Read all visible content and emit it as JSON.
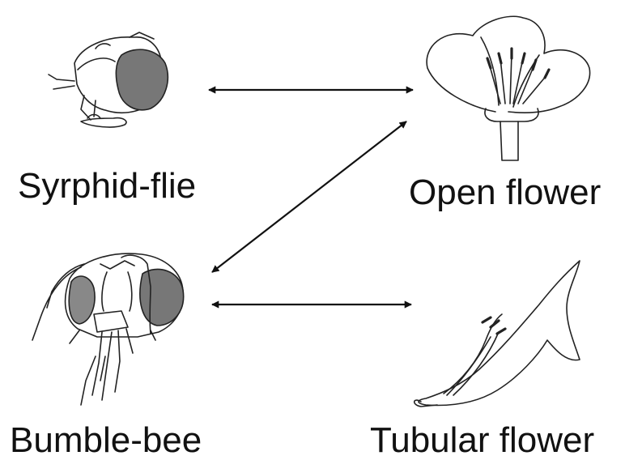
{
  "nodes": {
    "syrphid_fly": {
      "label": "Syrphid-flie"
    },
    "open_flower": {
      "label": "Open flower"
    },
    "bumble_bee": {
      "label": "Bumble-bee"
    },
    "tubular_flower": {
      "label": "Tubular flower"
    }
  },
  "links": [
    {
      "from": "syrphid_fly",
      "to": "open_flower",
      "direction": "both"
    },
    {
      "from": "bumble_bee",
      "to": "open_flower",
      "direction": "both"
    },
    {
      "from": "bumble_bee",
      "to": "tubular_flower",
      "direction": "both"
    }
  ],
  "colors": {
    "line": "#111111",
    "eye_fill": "#7a7a7a",
    "background": "#ffffff"
  }
}
